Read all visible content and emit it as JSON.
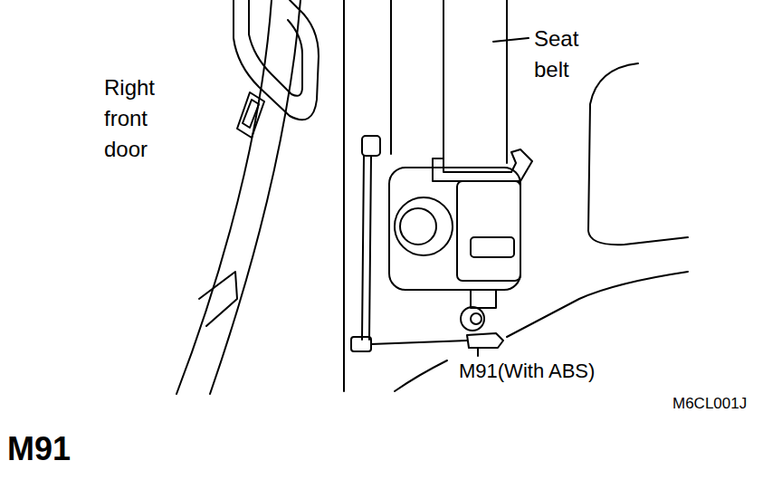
{
  "diagram": {
    "title": "M91",
    "labels": [
      "Right front door",
      "Seat belt",
      "M91(With ABS)",
      "M6CL001J"
    ]
  }
}
